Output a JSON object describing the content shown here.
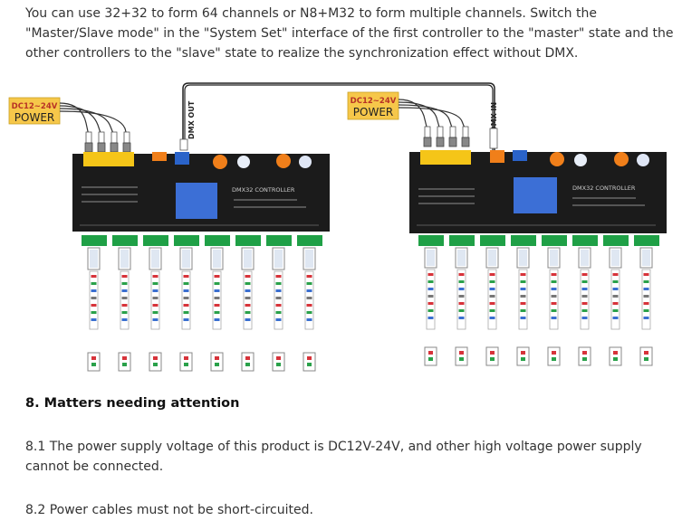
{
  "intro_text": "You can use 32+32 to form 64 channels or N8+M32 to form multiple channels. Switch the \"Master/Slave mode\" in the \"System Set\" interface of the first controller to the \"master\" state and the other controllers to the \"slave\" state to realize the synchronization effect without DMX.",
  "diagram": {
    "left_power": {
      "voltage": "DC12~24V",
      "label": "POWER"
    },
    "right_power": {
      "voltage": "DC12~24V",
      "label": "POWER"
    },
    "dmx_out_label": "DMX OUT",
    "dmx_in_label": "DMX-IN",
    "controller_title": "DMX32 CONTROLLER"
  },
  "section": {
    "heading": "8. Matters needing attention",
    "items": [
      "8.1 The power supply voltage of this product is DC12V-24V, and other high voltage power supply cannot be connected.",
      "8.2 Power cables must not be short-circuited."
    ]
  },
  "colors": {
    "power_box": "#f6c74a",
    "power_label": "#b83226",
    "controller_body": "#1b1b1b",
    "screen": "#3c6fd6",
    "terminal_yellow": "#f5c518",
    "terminal_green": "#1fa046",
    "dmx_orange": "#f07f1a",
    "dmx_blue": "#2a63c9"
  }
}
